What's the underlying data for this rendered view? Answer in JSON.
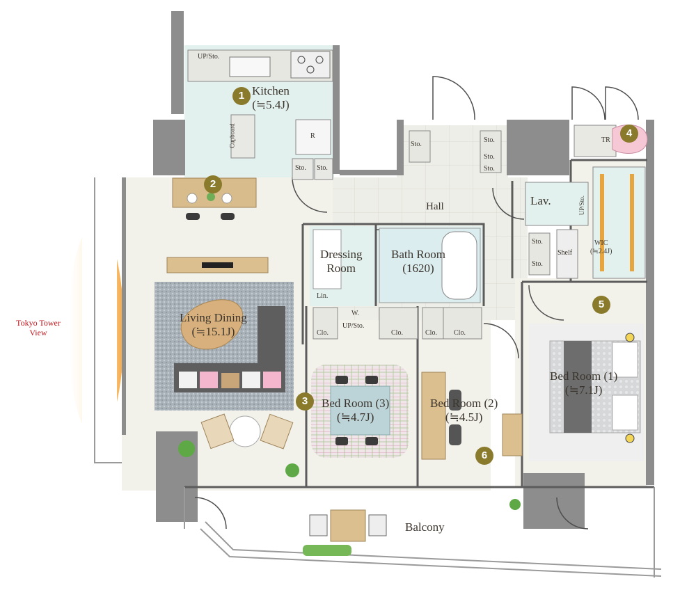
{
  "rooms": {
    "kitchen": {
      "name": "Kitchen",
      "area": "(≒5.4J)",
      "number": "1"
    },
    "dining_counter": {
      "number": "2"
    },
    "bedroom3": {
      "name": "Bed Room (3)",
      "area": "(≒4.7J)",
      "number": "3"
    },
    "toilet": {
      "number": "4",
      "label": "TR"
    },
    "bedroom1": {
      "name": "Bed Room (1)",
      "area": "(≒7.1J)",
      "number": "5"
    },
    "bedroom2": {
      "name": "Bed Room (2)",
      "area": "(≒4.5J)",
      "number": "6"
    },
    "living": {
      "name": "Living Dining",
      "area": "(≒15.1J)"
    },
    "hall": {
      "name": "Hall"
    },
    "dressing": {
      "name_line1": "Dressing",
      "name_line2": "Room"
    },
    "bath": {
      "name": "Bath Room",
      "size": "(1620)"
    },
    "lav": {
      "name": "Lav."
    },
    "wic": {
      "name": "WIC",
      "area": "(≒2.4J)"
    },
    "balcony": {
      "name": "Balcony"
    }
  },
  "storage": {
    "up_sto": "UP/Sto.",
    "cupboard": "Cupboard",
    "fridge": "R",
    "sto": "Sto.",
    "lin": "Lin.",
    "w": "W.",
    "clo": "Clo.",
    "shelf": "Shelf",
    "up_sto_lav": "UP/Sto."
  },
  "view": {
    "line1": "Tokyo Tower",
    "line2": "View"
  },
  "colors": {
    "wall": "#8d8d8d",
    "floor": "#f1f0ea",
    "accent": "#8a7a2c",
    "view_text": "#c0161c",
    "furniture": "#d8b987"
  }
}
